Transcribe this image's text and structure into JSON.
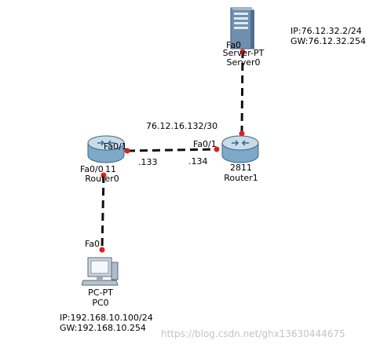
{
  "diagram": {
    "network_label": "76.12.16.132/30",
    "devices": {
      "server": {
        "model": "Server-PT",
        "name": "Server0",
        "port": "Fa0",
        "ip": "IP:76.12.32.2/24",
        "gw": "GW:76.12.32.254"
      },
      "router1": {
        "model": "2811",
        "name": "Router1",
        "port": "Fa0/1",
        "ip_suffix": ".134"
      },
      "router0": {
        "name": "Router0",
        "port_wan": "Fa0/1",
        "port_lan": "Fa0/0",
        "port_lan_overlap": "11",
        "ip_suffix": ".133"
      },
      "pc": {
        "model": "PC-PT",
        "name": "PC0",
        "port": "Fa0",
        "ip": "IP:192.168.10.100/24",
        "gw": "GW:192.168.10.254"
      }
    },
    "colors": {
      "link": "#111111",
      "port_dot": "#e02020",
      "router_body": "#7fa9c9",
      "router_top": "#c7dbe9",
      "server_body": "#6f8fb0",
      "pc_body": "#c9d3dd"
    }
  },
  "watermark": "https://blog.csdn.net/ghx13630444675"
}
